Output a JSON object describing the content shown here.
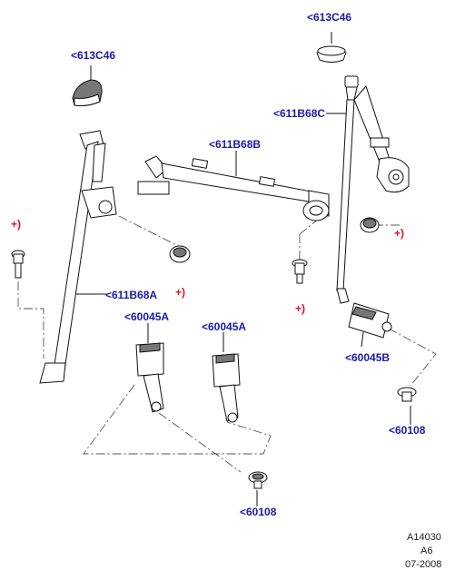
{
  "labels": {
    "cap_right": "<613C46",
    "cap_left": "<613C46",
    "belt_right": "<611B68C",
    "belt_center": "<611B68B",
    "belt_left": "<611B68A",
    "buckle_left": "<60045A",
    "buckle_middle": "<60045A",
    "buckle_right": "<60045B",
    "bolt_right": "<60108",
    "bolt_bottom": "<60108",
    "note_1": "+)",
    "note_2": "+)",
    "note_3": "+)",
    "note_4": "+)"
  },
  "reference": {
    "code": "A14030",
    "rev": "A6",
    "date": "07-2008"
  },
  "colors": {
    "part_label": "#1a1aa6",
    "note_marker": "#e0102a",
    "line": "#111111"
  }
}
